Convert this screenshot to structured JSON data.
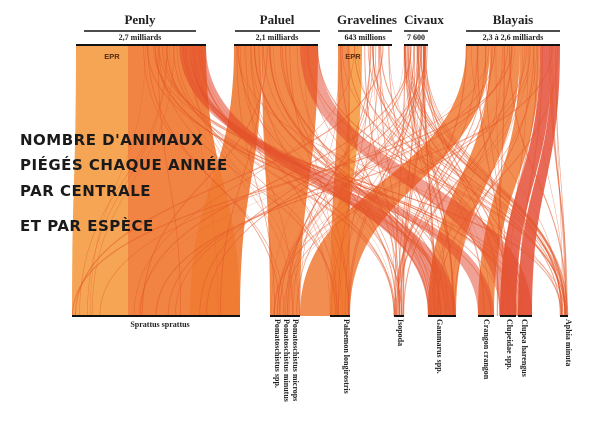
{
  "title_lines": [
    "NOMBRE D'ANIMAUX",
    "PIÉGÉS CHAQUE ANNÉE",
    "PAR CENTRALE",
    "ET PAR ESPÈCE"
  ],
  "plants": [
    {
      "name": "Penly",
      "count": "2,7 milliards",
      "epr_label": "EPR"
    },
    {
      "name": "Paluel",
      "count": "2,1 milliards",
      "epr_label": ""
    },
    {
      "name": "Gravelines",
      "count": "643 millions",
      "epr_label": "EPR"
    },
    {
      "name": "Civaux",
      "count": "7 600",
      "epr_label": ""
    },
    {
      "name": "Blayais",
      "count": "2,3 à 2,6 milliards",
      "epr_label": ""
    }
  ],
  "species": [
    {
      "name": "Sprattus sprattus"
    },
    {
      "name": "Pomatoschistus spp."
    },
    {
      "name": "Pomatoschistus minutus"
    },
    {
      "name": "Pomatoschistus microps"
    },
    {
      "name": "Palaemon longirostris"
    },
    {
      "name": "Isopoda"
    },
    {
      "name": "Gammarus spp."
    },
    {
      "name": "Crangon crangon"
    },
    {
      "name": "Clupeidae spp."
    },
    {
      "name": "Clupea harengus"
    },
    {
      "name": "Aphia minuta"
    }
  ],
  "colors": {
    "epr_band": "#f4a04a",
    "main_flow": "#f07a32",
    "dark_flow": "#e2432a",
    "thin_line": "#e3582a",
    "axis": "#111111"
  }
}
